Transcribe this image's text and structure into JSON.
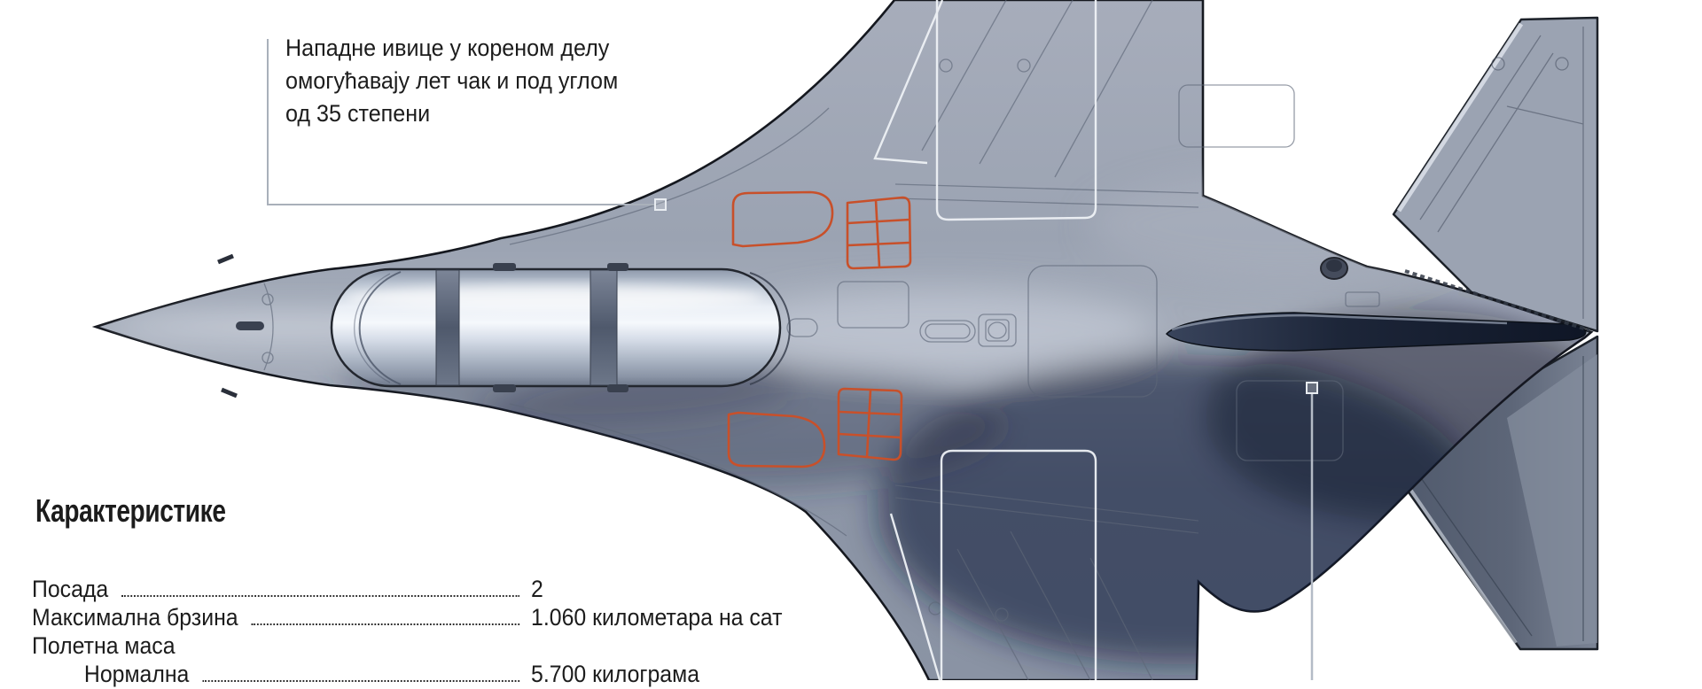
{
  "annotation": {
    "lines": [
      "Нападне ивице у кореном делу",
      "омогућавају лет чак и под углом",
      "од 35 степени"
    ]
  },
  "characteristics": {
    "title": "Карактеристике",
    "rows": [
      {
        "label": "Посада",
        "value": "2"
      },
      {
        "label": "Максимална брзина",
        "value": "1.060 километара на сат"
      },
      {
        "label": "Полетна маса",
        "value": ""
      },
      {
        "label": "Нормална",
        "value": "5.700 килограма"
      }
    ]
  },
  "figure": {
    "subject": "jet-trainer-top-view",
    "highlights": {
      "orange_outline_panels": 4,
      "white_root_leading_edge_boxes": 2
    }
  },
  "colors": {
    "background": "#ffffff",
    "text": "#1c1c1c",
    "hull_grey": "#9aa1b0",
    "accent_orange": "#c8502a",
    "callout_grey": "#a9b0ba",
    "highlight_white": "#eef1f5"
  }
}
